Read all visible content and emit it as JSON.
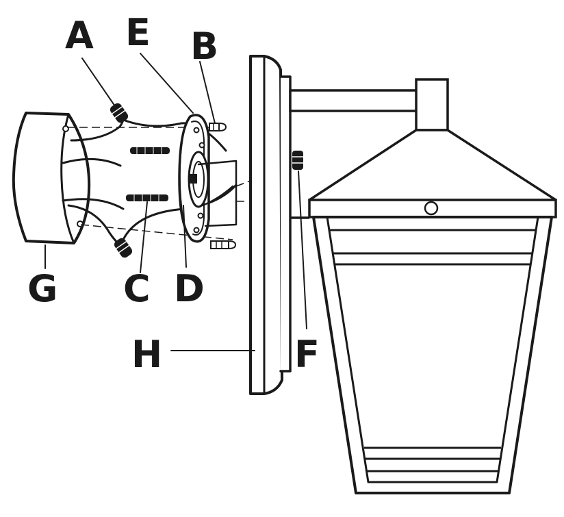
{
  "labels": {
    "A": "A",
    "B": "B",
    "C": "C",
    "D": "D",
    "E": "E",
    "F": "F",
    "G": "G",
    "H": "H"
  },
  "colors": {
    "ink": "#1a1a1a",
    "background": "#ffffff"
  }
}
